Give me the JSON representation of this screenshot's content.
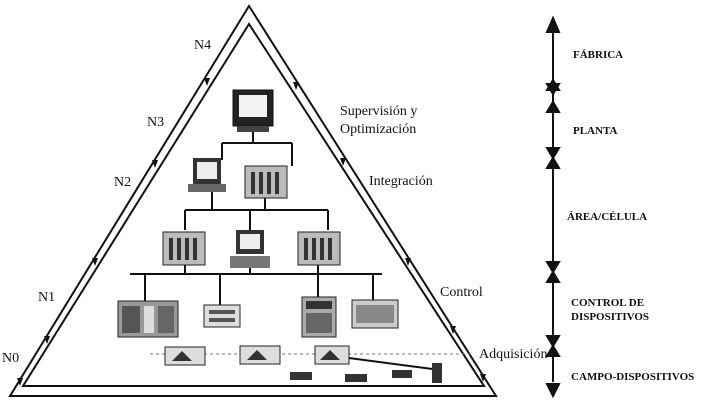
{
  "pyramid": {
    "levels": [
      "N0",
      "N1",
      "N2",
      "N3",
      "N4"
    ],
    "labels": {
      "supervision": [
        "Supervisión y",
        "Optimización"
      ],
      "integracion": "Integración",
      "control": "Control",
      "adquisicion": "Adquisición"
    }
  },
  "scale": {
    "items": [
      [
        "FÁBRICA"
      ],
      [
        "PLANTA"
      ],
      [
        "ÁREA/CÉLULA"
      ],
      [
        "CONTROL DE",
        "DISPOSITIVOS"
      ],
      [
        "CAMPO-DISPOSITIVOS"
      ]
    ]
  }
}
